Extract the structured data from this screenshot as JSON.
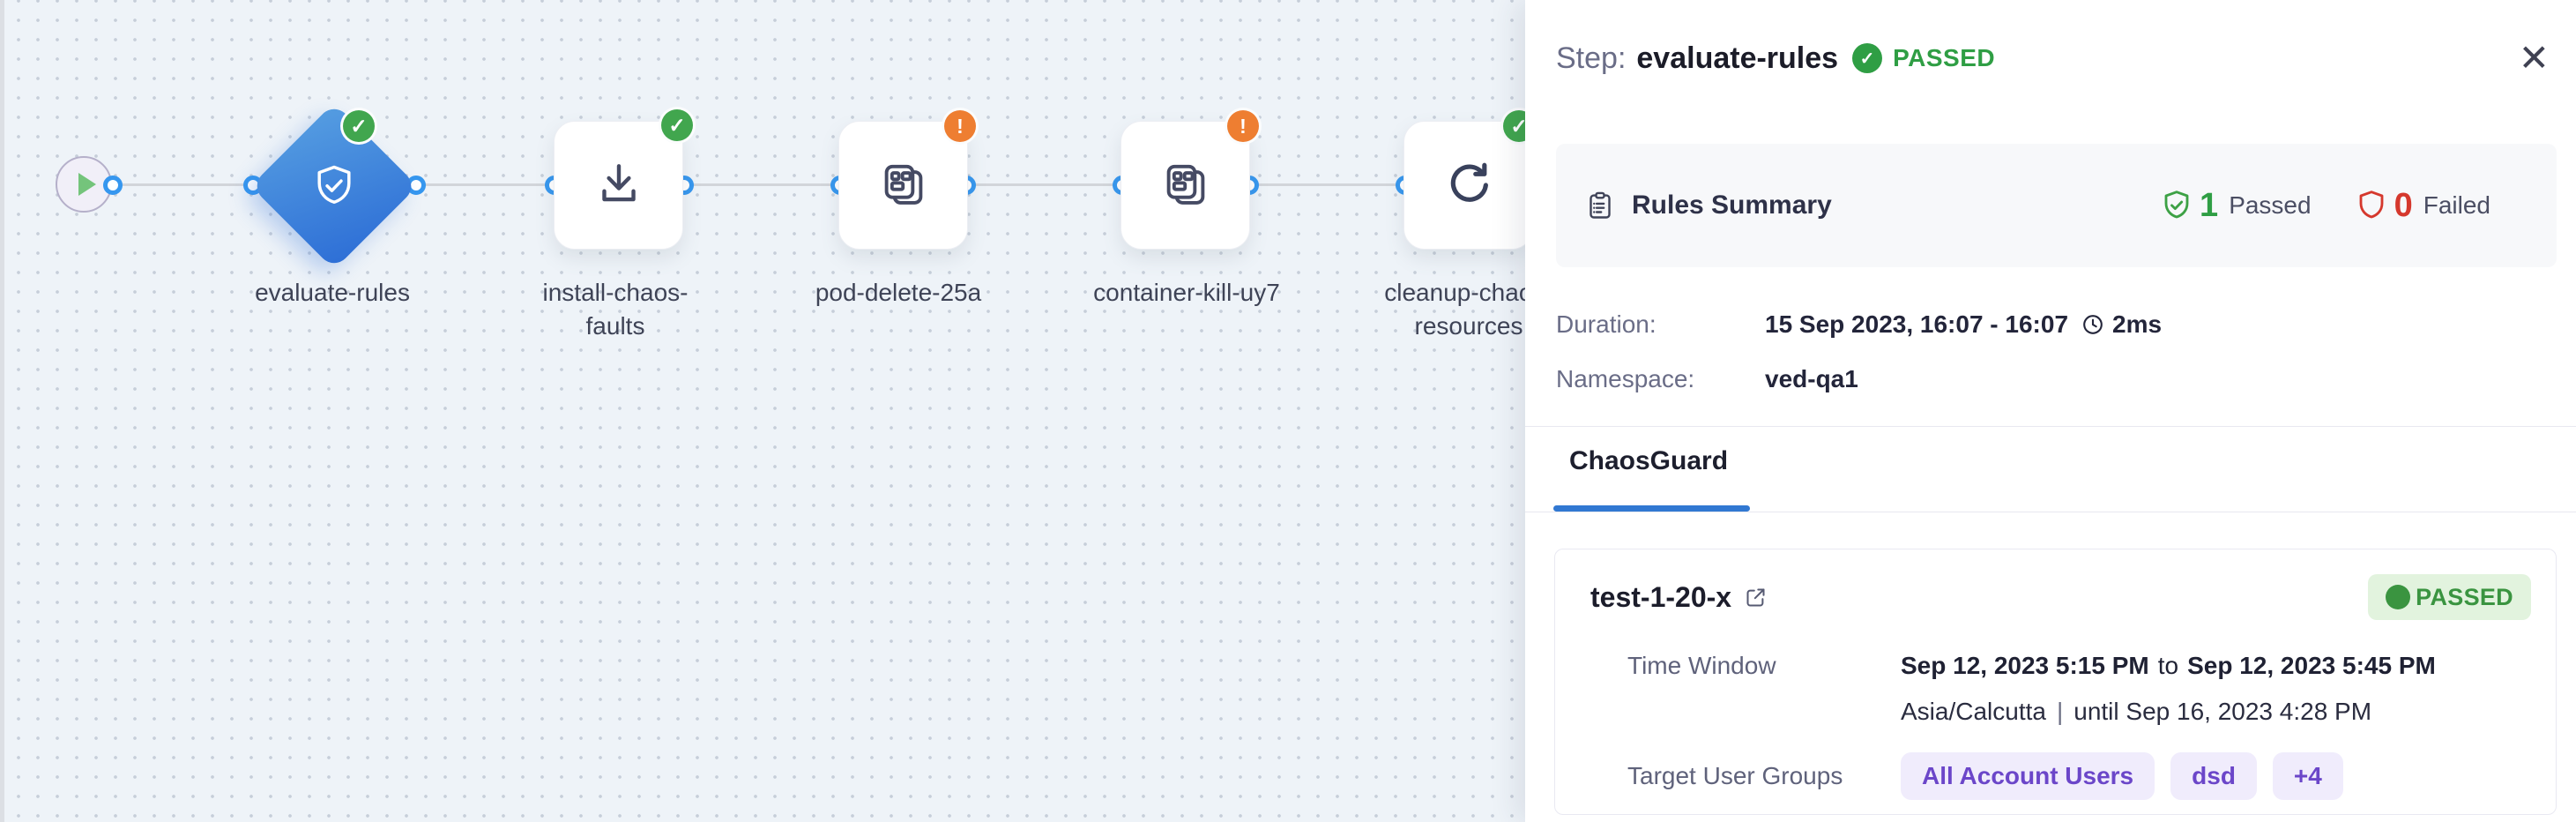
{
  "glyphs": {
    "check": "✓",
    "exclaim": "!",
    "close": "✕",
    "separator": "|"
  },
  "workflow": {
    "nodes": [
      {
        "line1": "evaluate-rules",
        "line2": "",
        "status": "passed",
        "icon": "shield-check"
      },
      {
        "line1": "install-chaos-",
        "line2": "faults",
        "status": "passed",
        "icon": "download"
      },
      {
        "line1": "pod-delete-25a",
        "line2": "",
        "status": "warning",
        "icon": "chaos-fault"
      },
      {
        "line1": "container-kill-uy7",
        "line2": "",
        "status": "warning",
        "icon": "chaos-fault"
      },
      {
        "line1": "cleanup-chaos-",
        "line2": "resources",
        "status": "passed",
        "icon": "refresh"
      }
    ]
  },
  "panel": {
    "header": {
      "step_label": "Step:",
      "step_name": "evaluate-rules",
      "status": "PASSED"
    },
    "rules_summary": {
      "title": "Rules Summary",
      "passed_count": "1",
      "passed_label": "Passed",
      "failed_count": "0",
      "failed_label": "Failed"
    },
    "details": {
      "duration_label": "Duration:",
      "duration_value": "15 Sep 2023, 16:07 - 16:07",
      "duration_elapsed": "2ms",
      "namespace_label": "Namespace:",
      "namespace_value": "ved-qa1"
    },
    "tabs": [
      {
        "label": "ChaosGuard"
      }
    ],
    "guard": {
      "name": "test-1-20-x",
      "status": "PASSED",
      "time_window_label": "Time Window",
      "time_from": "Sep 12, 2023 5:15 PM",
      "to_word": "to",
      "time_to": "Sep 12, 2023 5:45 PM",
      "timezone": "Asia/Calcutta",
      "until_text": "until Sep 16, 2023 4:28 PM",
      "target_label": "Target User Groups",
      "groups": [
        "All Account Users",
        "dsd",
        "+4"
      ]
    }
  },
  "colors": {
    "accent_blue": "#3178d2",
    "success_green": "#2f9e44",
    "warning_orange": "#ee7e31",
    "error_red": "#d5382d",
    "purple": "#6b46c9",
    "node_blue": "#2d6ed6"
  }
}
